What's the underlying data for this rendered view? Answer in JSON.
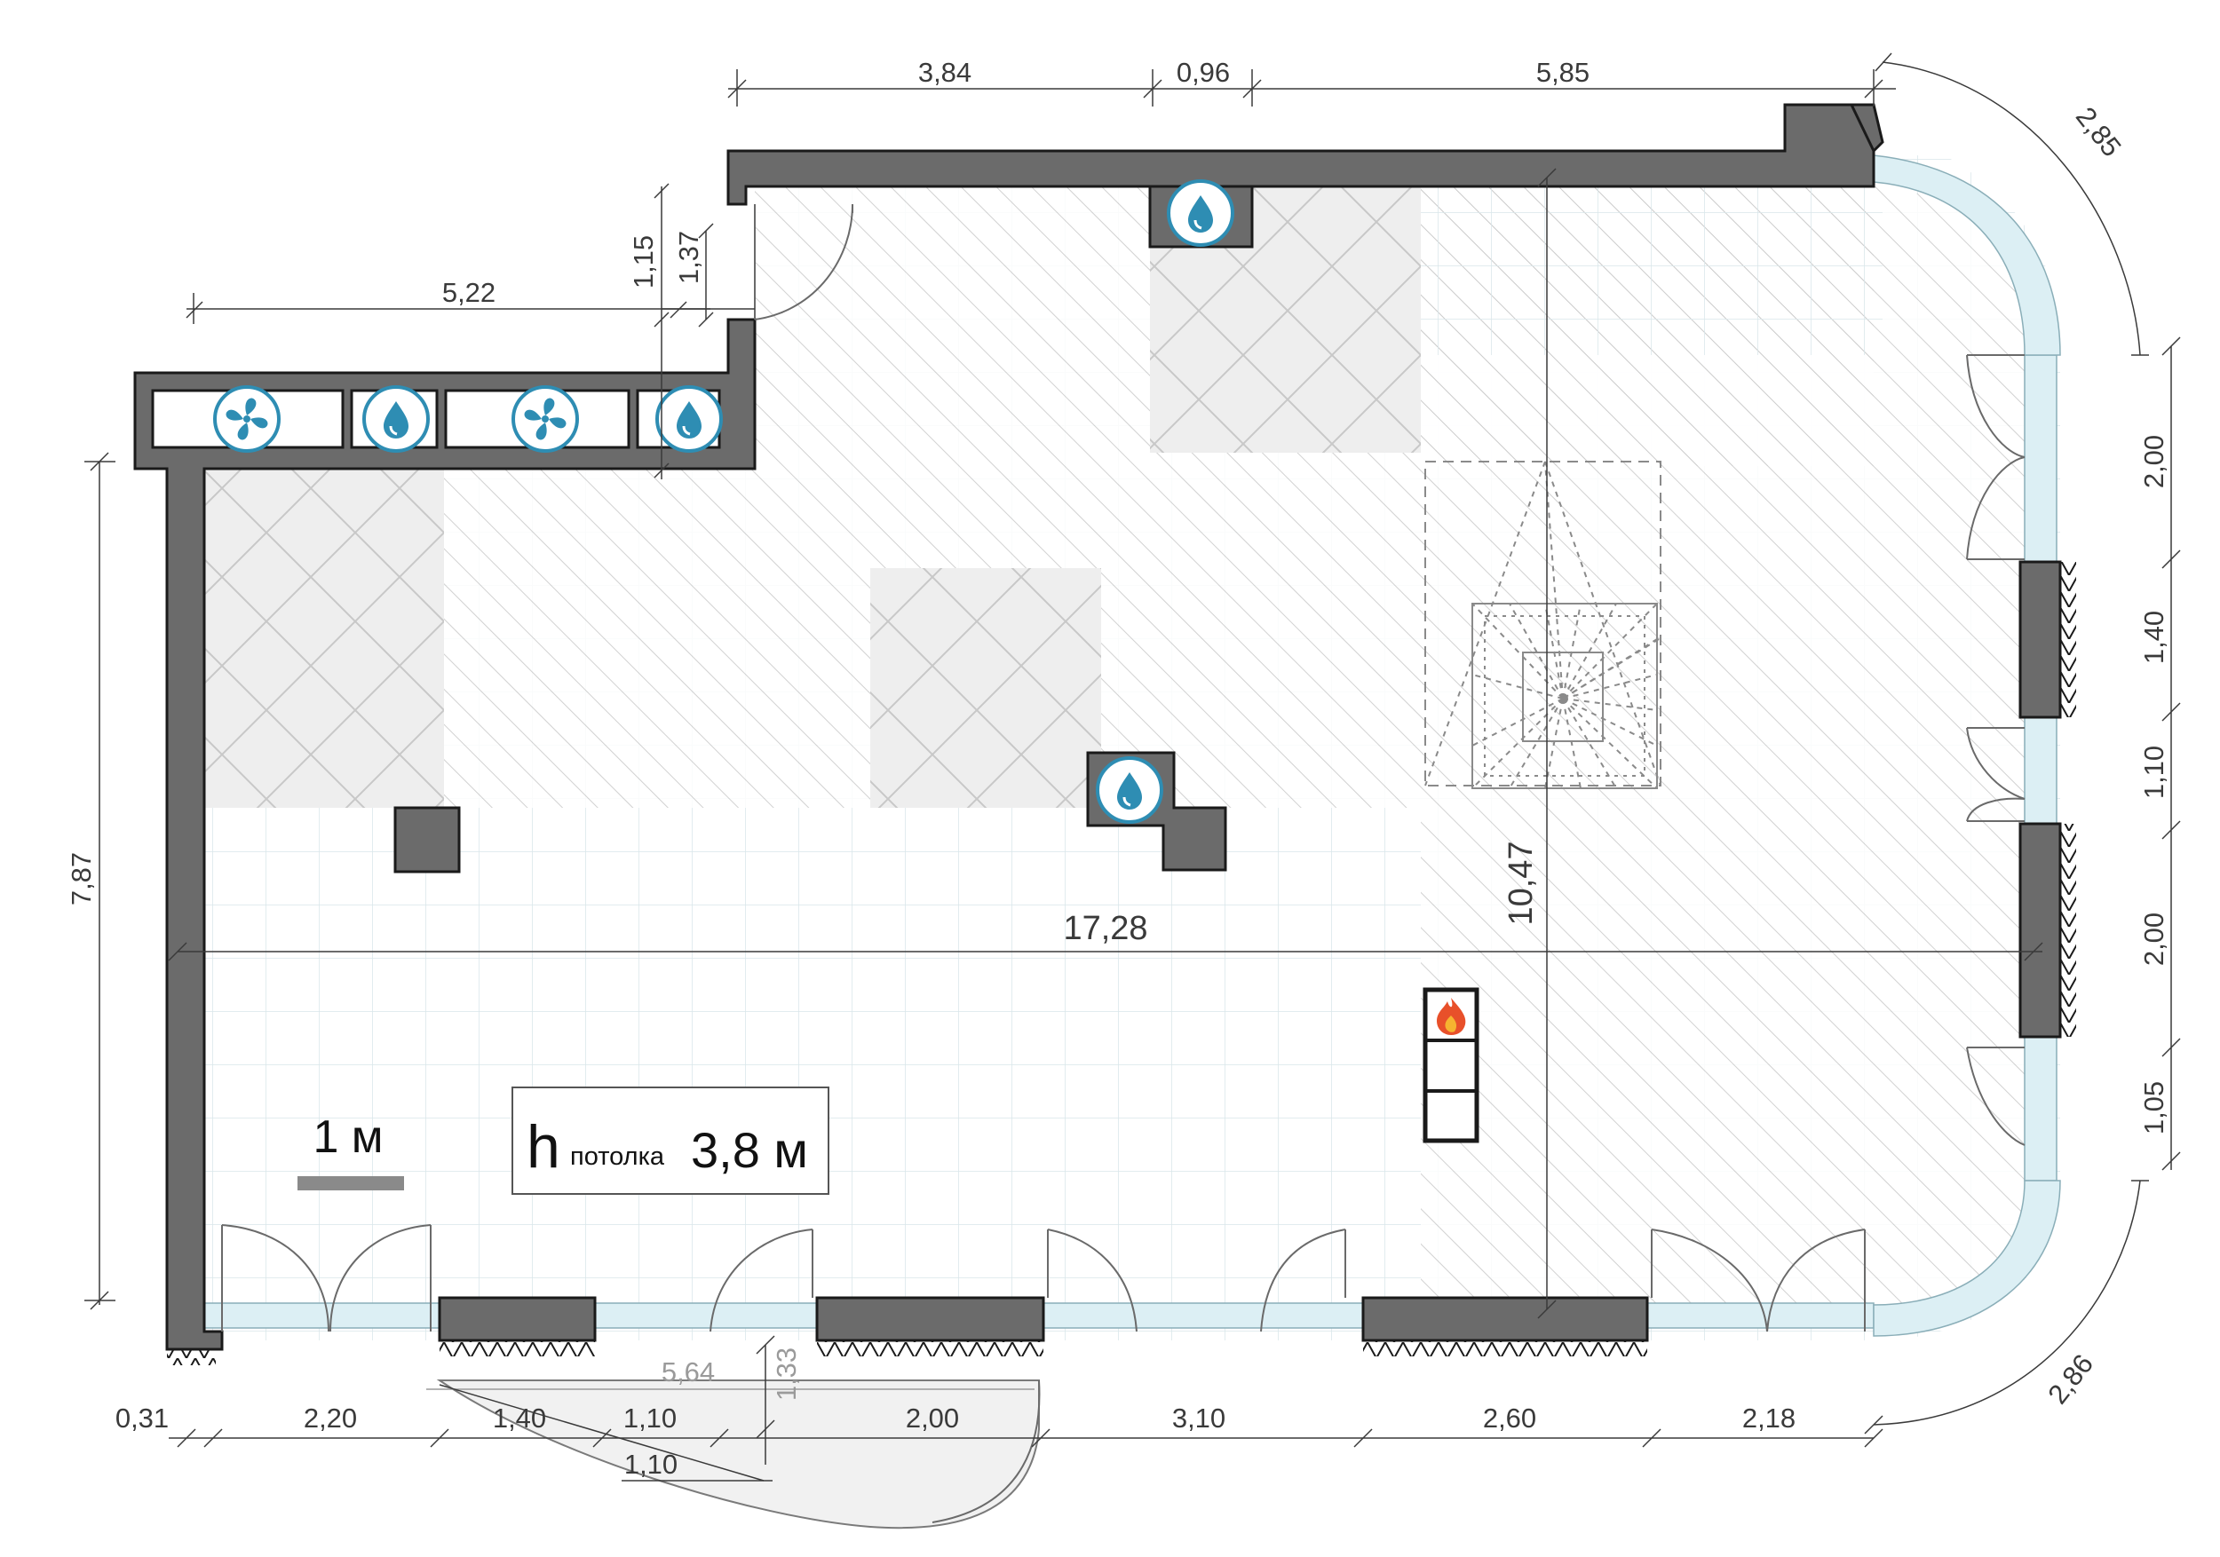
{
  "dimensions": {
    "top_1": "3,84",
    "top_2": "0,96",
    "top_3": "5,85",
    "corner_top": "2,85",
    "left_top": "5,22",
    "notch_1": "1,15",
    "notch_2": "1,37",
    "left_side": "7,87",
    "total_width": "17,28",
    "total_depth": "10,47",
    "right_1": "2,00",
    "right_2": "1,40",
    "right_3": "1,10",
    "right_4": "2,00",
    "right_5": "1,05",
    "corner_bottom": "2,86",
    "bottom_0": "0,31",
    "bottom_1": "2,20",
    "bottom_2": "1,40",
    "bottom_3": "1,10",
    "bottom_4": "2,00",
    "bottom_5": "3,10",
    "bottom_6": "2,60",
    "bottom_7": "2,18",
    "porch_width": "5,64",
    "porch_depth": "1,33",
    "porch_side": "1,10"
  },
  "scale": {
    "label": "1 м"
  },
  "ceiling": {
    "h": "h",
    "text": "потолка",
    "value": "3,8 м"
  },
  "colors": {
    "wall": "#6b6b6b",
    "wall_stroke": "#1a1a1a",
    "window": "#dcefF4",
    "water": "#2e8db3",
    "fire": "#e8502a"
  },
  "icons": [
    "water-drop-icon",
    "fan-icon",
    "fire-icon"
  ]
}
